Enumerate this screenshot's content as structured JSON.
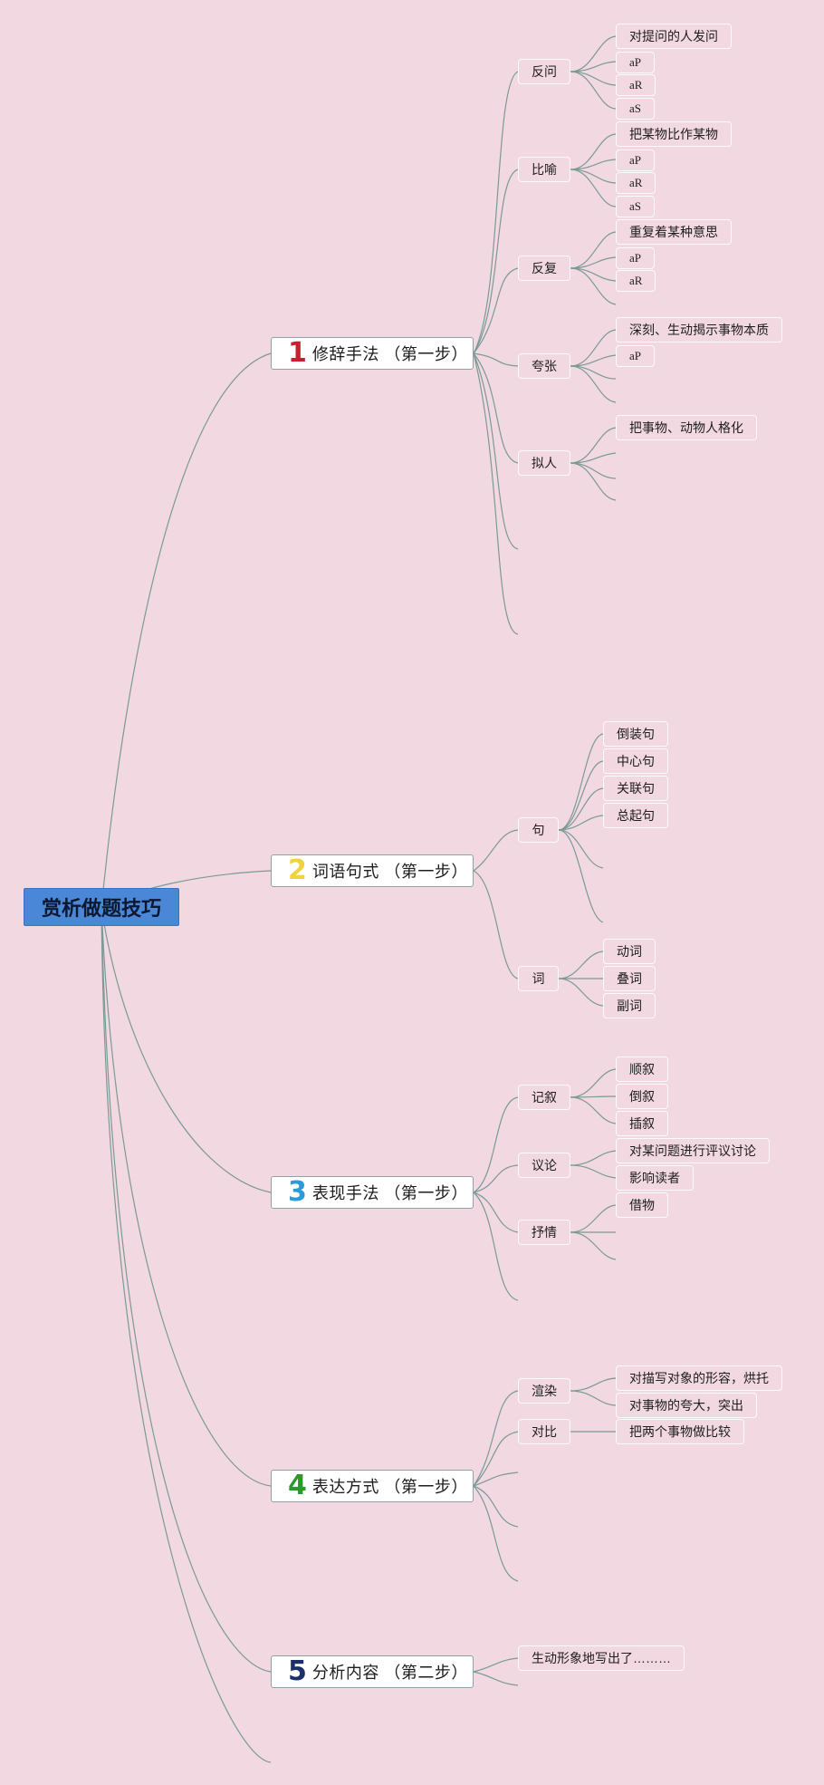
{
  "root": "赏析做题技巧",
  "colors": {
    "background": "#f2d9e1",
    "root": "#4a87d6",
    "line": "#7a9a96",
    "num1": "#c8202f",
    "num2": "#f0d23a",
    "num3": "#2b9ad6",
    "num4": "#2a9a2a",
    "num5": "#1b2f6a"
  },
  "branches": [
    {
      "num": "1",
      "label": "修辞手法 （第一步）"
    },
    {
      "num": "2",
      "label": "词语句式 （第一步）"
    },
    {
      "num": "3",
      "label": "表现手法 （第一步）"
    },
    {
      "num": "4",
      "label": "表达方式 （第一步）"
    },
    {
      "num": "5",
      "label": "分析内容 （第二步）"
    }
  ],
  "sub": {
    "fanwen": "反问",
    "biyu": "比喻",
    "fanfu": "反复",
    "kuazhang": "夸张",
    "niren": "拟人",
    "ju": "句",
    "ci": "词",
    "jixu": "记叙",
    "yilun": "议论",
    "shuqing": "抒情",
    "xuanran": "渲染",
    "duibi": "对比",
    "shengdong": "生动形象地写出了………"
  },
  "leaves": {
    "fanwen": [
      "对提问的人发问",
      "aP",
      "aR",
      "aS"
    ],
    "biyu": [
      "把某物比作某物",
      "aP",
      "aR",
      "aS"
    ],
    "fanfu": [
      "重复着某种意思",
      "aP",
      "aR"
    ],
    "kuazhang": [
      "深刻、生动揭示事物本质",
      "aP"
    ],
    "niren": [
      "把事物、动物人格化"
    ],
    "ju": [
      "倒装句",
      "中心句",
      "关联句",
      "总起句"
    ],
    "ci": [
      "动词",
      "叠词",
      "副词"
    ],
    "jixu": [
      "顺叙",
      "倒叙",
      "插叙"
    ],
    "yilun": [
      "对某问题进行评议讨论",
      "影响读者"
    ],
    "shuqing": [
      "借物"
    ],
    "xuanran": [
      "对描写对象的形容，烘托",
      "对事物的夸大，突出"
    ],
    "duibi": [
      "把两个事物做比较"
    ]
  }
}
